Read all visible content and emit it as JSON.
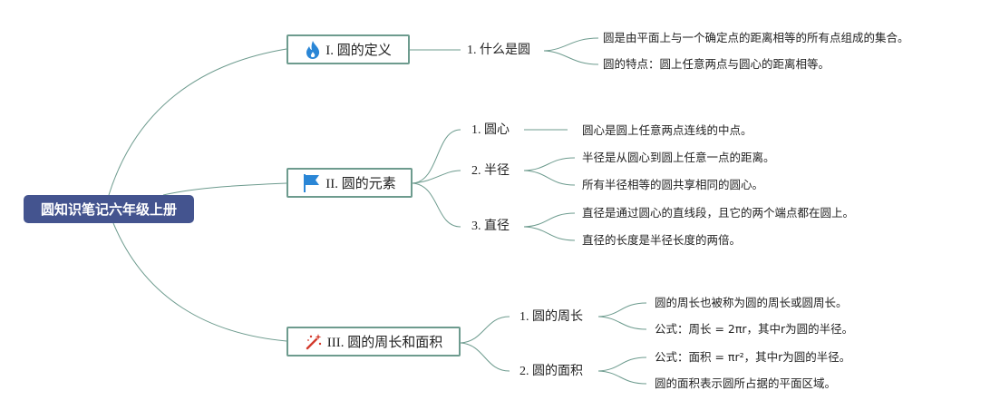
{
  "root": {
    "title": "圆知识笔记六年级上册"
  },
  "branches": [
    {
      "icon": "flame-icon",
      "title": "I. 圆的定义",
      "topics": [
        {
          "label": "1. 什么是圆",
          "leaves": [
            "圆是由平面上与一个确定点的距离相等的所有点组成的集合。",
            "圆的特点：圆上任意两点与圆心的距离相等。"
          ]
        }
      ]
    },
    {
      "icon": "flag-icon",
      "title": "II. 圆的元素",
      "topics": [
        {
          "label": "1. 圆心",
          "leaves": [
            "圆心是圆上任意两点连线的中点。"
          ]
        },
        {
          "label": "2. 半径",
          "leaves": [
            "半径是从圆心到圆上任意一点的距离。",
            "所有半径相等的圆共享相同的圆心。"
          ]
        },
        {
          "label": "3. 直径",
          "leaves": [
            "直径是通过圆心的直线段，且它的两个端点都在圆上。",
            "直径的长度是半径长度的两倍。"
          ]
        }
      ]
    },
    {
      "icon": "magic-wand-icon",
      "title": "III. 圆的周长和面积",
      "topics": [
        {
          "label": "1. 圆的周长",
          "leaves": [
            "圆的周长也被称为圆的周长或圆周长。",
            "公式：周长 = 2πr，其中r为圆的半径。"
          ]
        },
        {
          "label": "2. 圆的面积",
          "leaves": [
            "公式：面积 = πr²，其中r为圆的半径。",
            "圆的面积表示圆所占据的平面区域。"
          ]
        }
      ]
    }
  ],
  "colors": {
    "root_fill": "#44548f",
    "connector": "#6d9b8e",
    "flame": "#2a86d6",
    "flag": "#2a86d6",
    "wand": "#d33a2c"
  }
}
